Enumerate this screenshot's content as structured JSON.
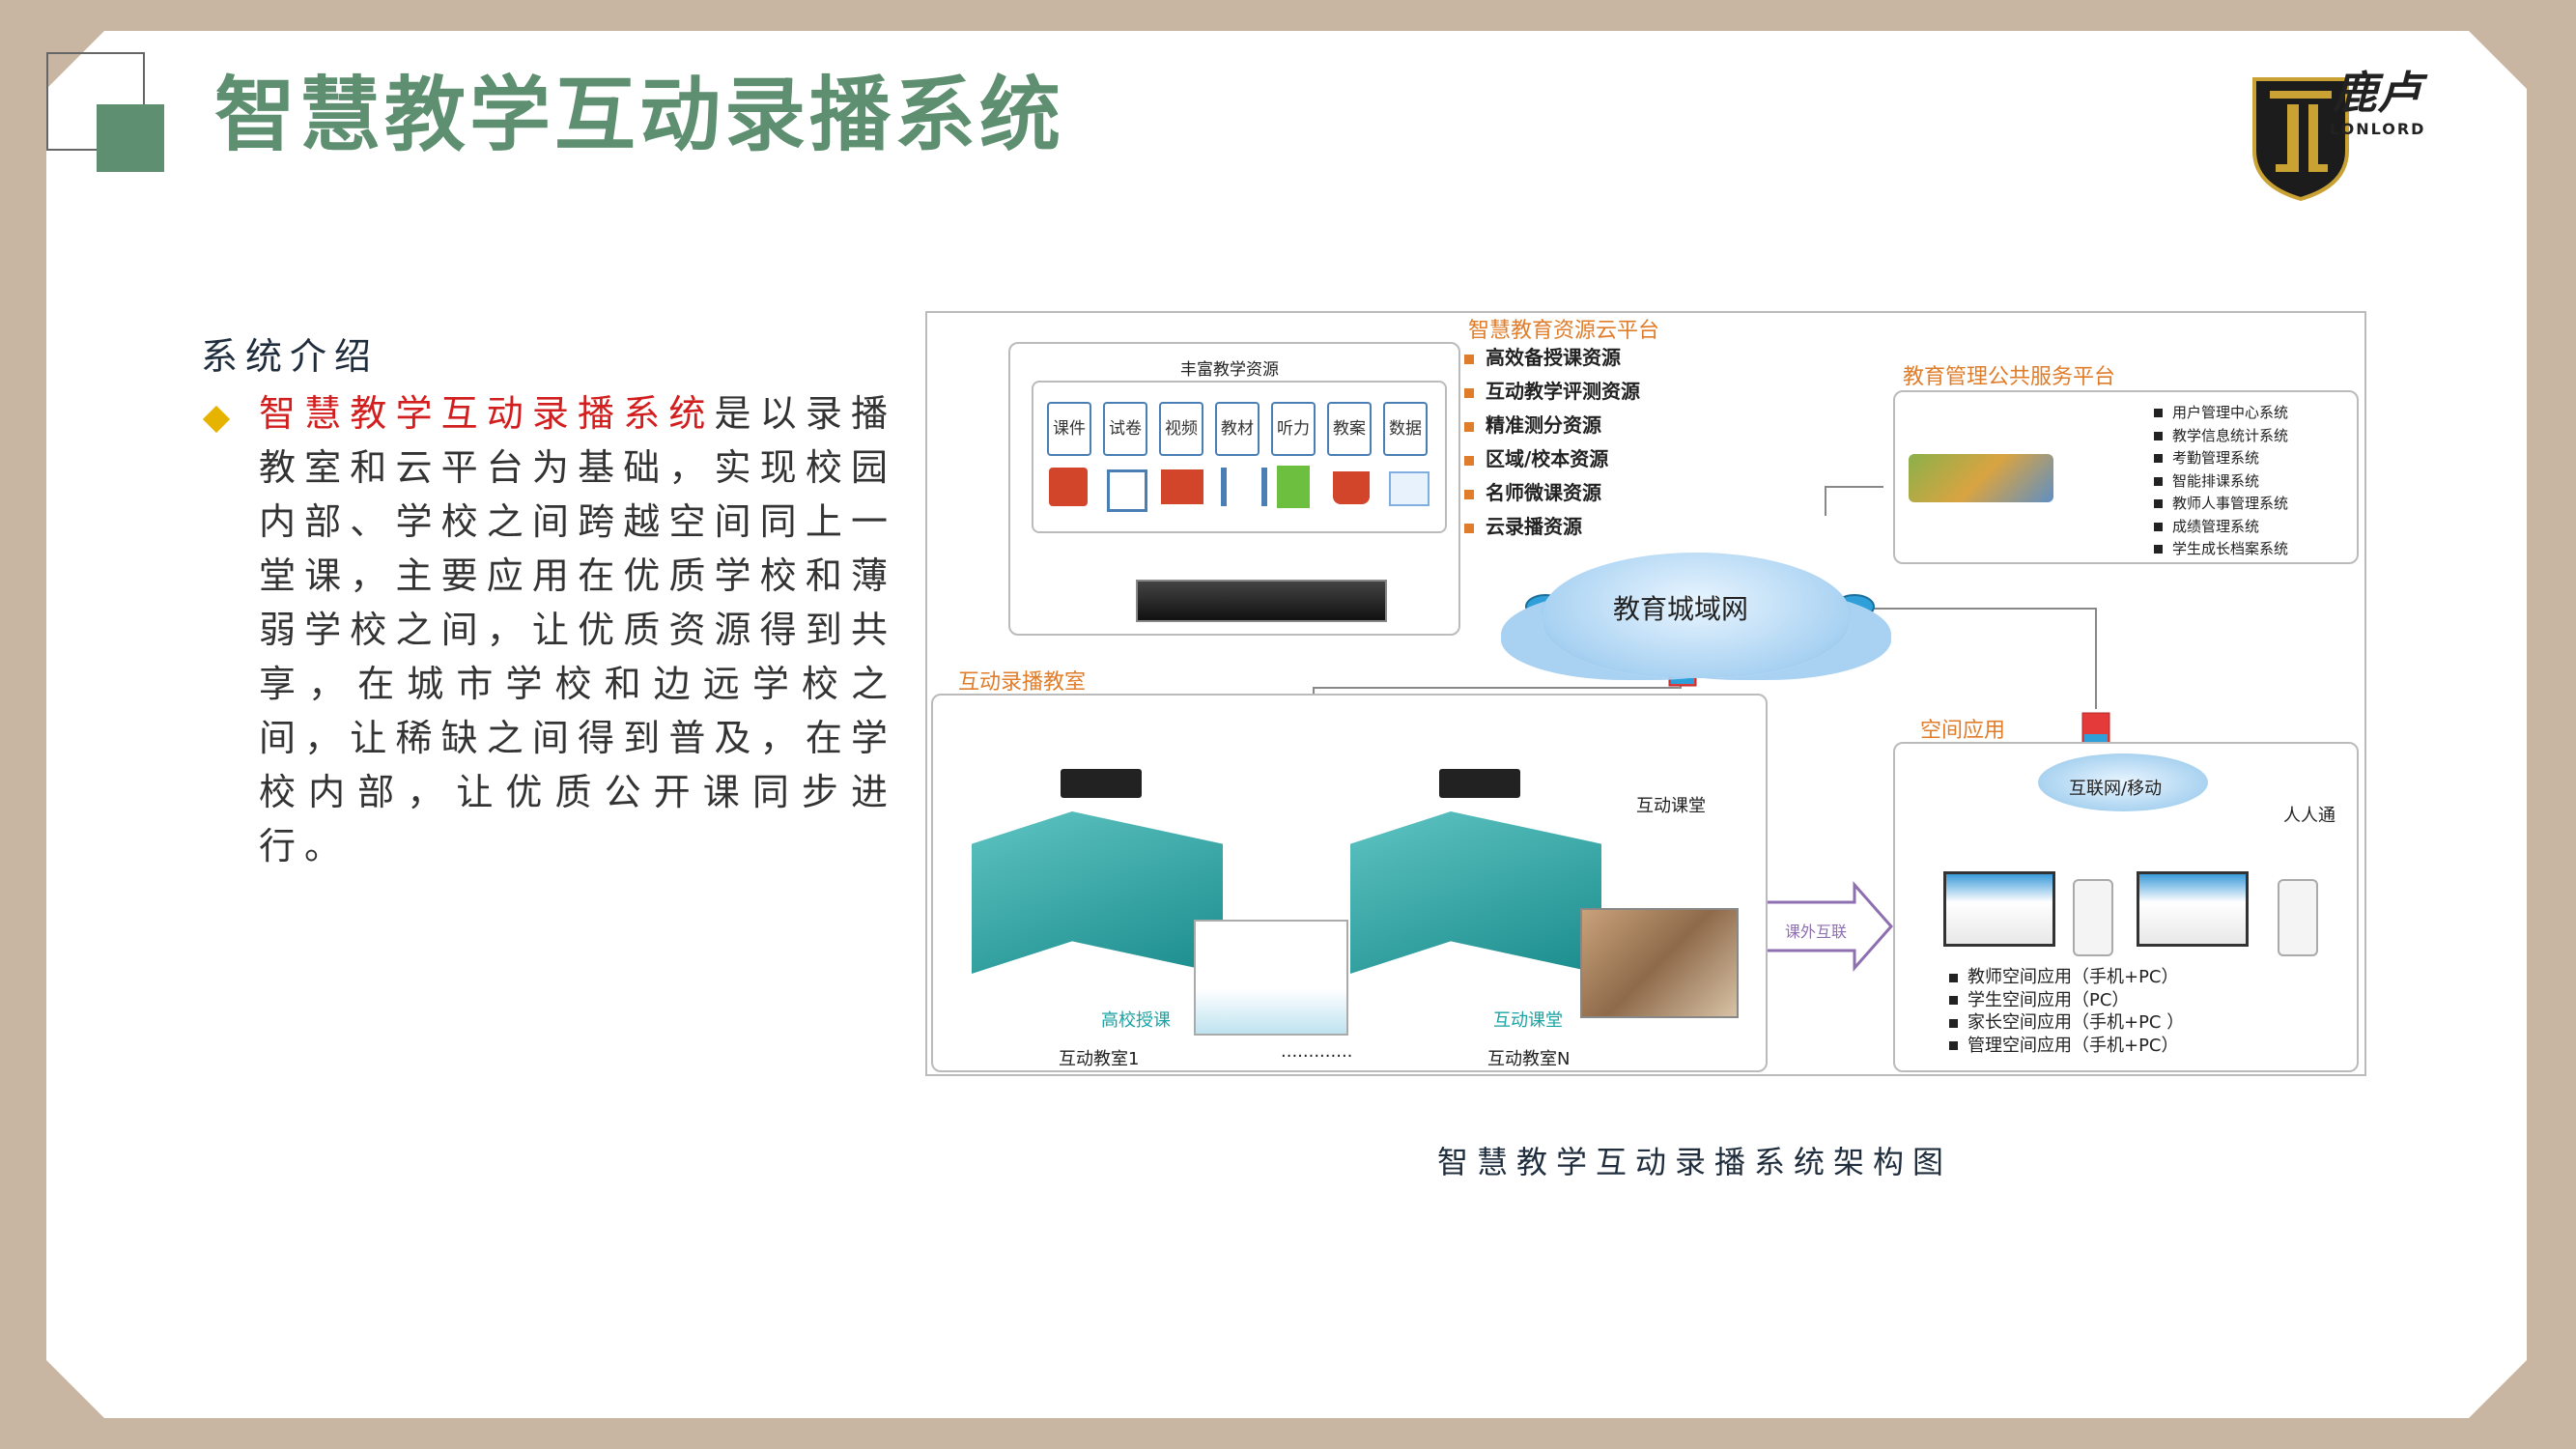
{
  "title": "智慧教学互动录播系统",
  "logo": {
    "name": "鹿卢",
    "sub": "LONLORD"
  },
  "intro": {
    "heading": "系统介绍",
    "highlight": "智慧教学互动录播系统",
    "body": "是以录播教室和云平台为基础，实现校园内部、学校之间跨越空间同上一堂课，主要应用在优质学校和薄弱学校之间，让优质资源得到共享，在城市学校和边远学校之间，让稀缺之间得到普及，在学校内部，让优质公开课同步进行。"
  },
  "diagram": {
    "cloud_platform": "智慧教育资源云平台",
    "rich_resources": "丰富教学资源",
    "resource_icons": [
      "课件",
      "试卷",
      "视频",
      "教材",
      "听力",
      "教案",
      "数据"
    ],
    "cloud_items": [
      "高效备授课资源",
      "互动教学评测资源",
      "精准测分资源",
      "区域/校本资源",
      "名师微课资源",
      "云录播资源"
    ],
    "mgmt_platform": "教育管理公共服务平台",
    "mgmt_items": [
      "用户管理中心系统",
      "教学信息统计系统",
      "考勤管理系统",
      "智能排课系统",
      "教师人事管理系统",
      "成绩管理系统",
      "学生成长档案系统"
    ],
    "metro_net": "教育城域网",
    "classroom_area": "互动录播教室",
    "hudong_ketang": "互动课堂",
    "gaoxiao": "高校授课",
    "hudong_ketang2": "互动课堂",
    "room1": "互动教室1",
    "ellipsis": ".............",
    "roomN": "互动教室N",
    "after_class": "课外互联",
    "space_app": "空间应用",
    "internet": "互联网/移动",
    "renren": "人人通",
    "space_items": [
      "教师空间应用（手机+PC）",
      "学生空间应用（PC）",
      "家长空间应用（手机+PC ）",
      "管理空间应用（手机+PC）"
    ]
  },
  "caption": "智慧教学互动录播系统架构图",
  "colors": {
    "green": "#5d8f70",
    "frame": "#c9b6a2",
    "orange": "#e07d2a",
    "red": "#d21e1e",
    "gold": "#e6b400",
    "blue": "#4a7fb5",
    "teal": "#1aa3a3"
  }
}
